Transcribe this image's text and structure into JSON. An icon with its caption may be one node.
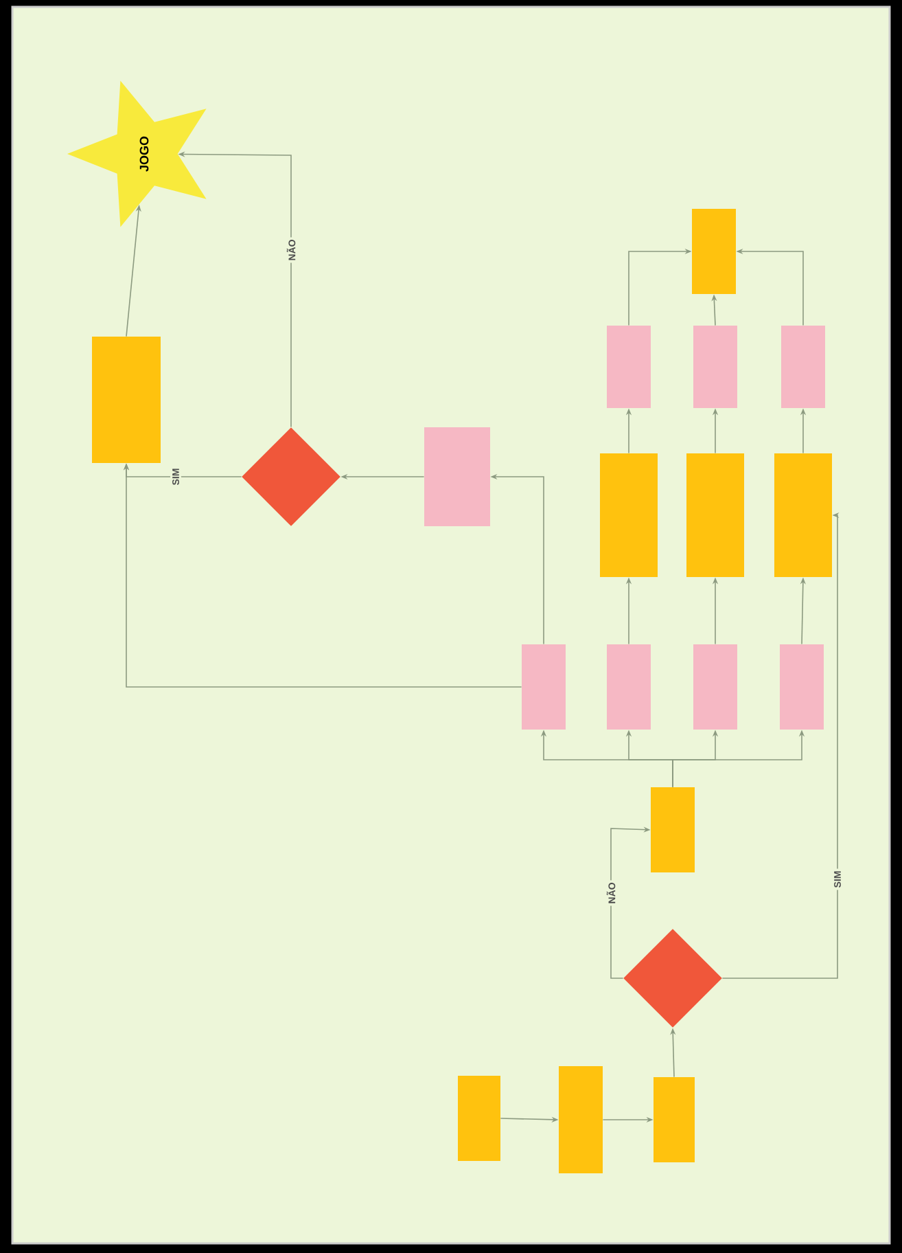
{
  "diagram": {
    "nodes": [
      {
        "text": [
          "JOGO"
        ]
      },
      {
        "text": [],
        "shape": "box"
      },
      {
        "text": [],
        "shape": "diamond"
      },
      {
        "text": [],
        "shape": "box"
      },
      {
        "text": [],
        "shape": "box"
      },
      {
        "text": [],
        "shape": "box"
      },
      {
        "text": [],
        "shape": "box"
      },
      {
        "text": [],
        "shape": "box"
      },
      {
        "text": [],
        "shape": "box"
      },
      {
        "text": [],
        "shape": "box"
      },
      {
        "text": [],
        "shape": "box"
      },
      {
        "text": [],
        "shape": "box"
      },
      {
        "text": [],
        "shape": "box"
      },
      {
        "text": [],
        "shape": "box"
      },
      {
        "text": [],
        "shape": "box"
      },
      {
        "text": [],
        "shape": "box"
      },
      {
        "text": [],
        "shape": "diamond"
      },
      {
        "text": [],
        "shape": "box"
      },
      {
        "text": [],
        "shape": "box"
      },
      {
        "text": [],
        "shape": "box"
      }
    ],
    "edges": [
      {
        "from": 19,
        "to": 18,
        "arrow": "to"
      },
      {
        "from": 18,
        "to": 17,
        "arrow": "to"
      },
      {
        "from": 17,
        "to": 16,
        "arrow": "to"
      },
      {
        "from": 16,
        "to": 15,
        "arrow": "to",
        "label": "NÃO"
      },
      {
        "from": 16,
        "to": 6,
        "arrow": "to",
        "label": "SIM"
      },
      {
        "from": 15,
        "to": 11,
        "arrow": "to"
      },
      {
        "from": 15,
        "to": 12,
        "arrow": "to"
      },
      {
        "from": 15,
        "to": 13,
        "arrow": "to"
      },
      {
        "from": 15,
        "to": 14,
        "arrow": "to"
      },
      {
        "from": 12,
        "to": 4,
        "arrow": "to"
      },
      {
        "from": 13,
        "to": 5,
        "arrow": "to"
      },
      {
        "from": 14,
        "to": 6,
        "arrow": "to"
      },
      {
        "from": 4,
        "to": 7,
        "arrow": "to"
      },
      {
        "from": 5,
        "to": 8,
        "arrow": "to"
      },
      {
        "from": 6,
        "to": 9,
        "arrow": "to"
      },
      {
        "from": 7,
        "to": 10,
        "arrow": "to"
      },
      {
        "from": 8,
        "to": 10,
        "arrow": "to"
      },
      {
        "from": 9,
        "to": 10,
        "arrow": "to"
      },
      {
        "from": 11,
        "to": 3,
        "arrow": "to"
      },
      {
        "from": 11,
        "to": 1,
        "arrow": "to"
      },
      {
        "from": 3,
        "to": 2,
        "arrow": "to"
      },
      {
        "from": 2,
        "to": 1,
        "arrow": "to",
        "label": "SIM"
      },
      {
        "from": 2,
        "to": 0,
        "arrow": "to",
        "label": "NÃO"
      },
      {
        "from": 1,
        "to": 0,
        "arrow": "to"
      }
    ]
  }
}
